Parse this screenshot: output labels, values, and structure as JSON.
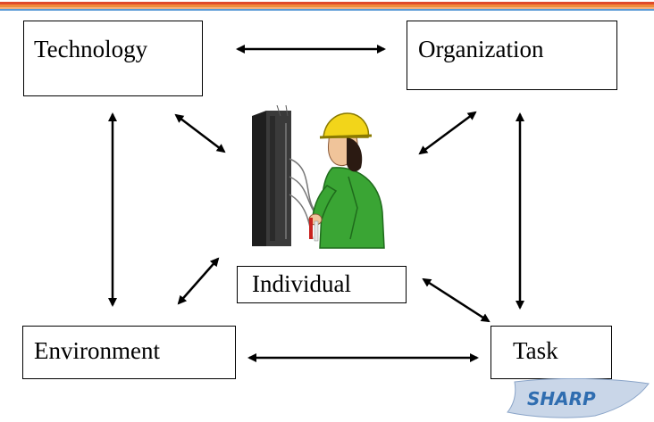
{
  "nodes": {
    "technology": "Technology",
    "organization": "Organization",
    "individual": "Individual",
    "environment": "Environment",
    "task": "Task"
  },
  "logo": {
    "text": "SHARP",
    "color": "#2f6db0"
  },
  "clipart": {
    "icon": "worker-at-server-rack",
    "helmet_color": "#f2d51a",
    "shirt_color": "#3aa534",
    "rack_color": "#3a3a3a"
  },
  "colors": {
    "topbar": [
      "#e04a2a",
      "#f08a3a",
      "#f6b07a",
      "#5a9ad6"
    ]
  }
}
